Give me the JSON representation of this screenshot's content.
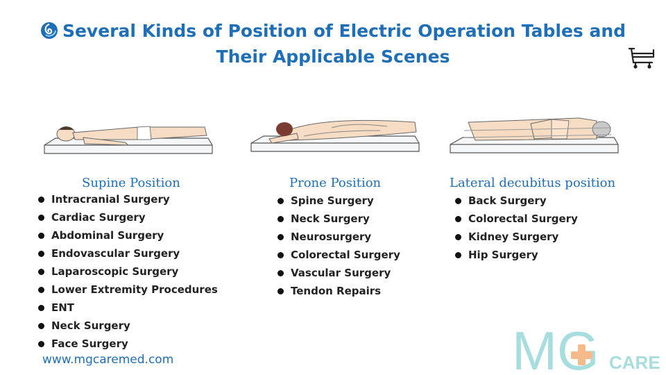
{
  "title": {
    "line1": "Several Kinds of Position of Electric Operation Tables and",
    "line2": "Their Applicable Scenes"
  },
  "columns": [
    {
      "name": "Supine Position",
      "items": [
        "Intracranial Surgery",
        "Cardiac Surgery",
        "Abdominal Surgery",
        "Endovascular Surgery",
        "Laparoscopic Surgery",
        "Lower Extremity Procedures",
        "ENT",
        "Neck Surgery",
        "Face Surgery"
      ]
    },
    {
      "name": "Prone Position",
      "items": [
        "Spine Surgery",
        "Neck Surgery",
        "Neurosurgery",
        "Colorectal Surgery",
        "Vascular Surgery",
        "Tendon Repairs"
      ]
    },
    {
      "name": "Lateral decubitus position",
      "items": [
        "Back Surgery",
        "Colorectal Surgery",
        "Kidney Surgery",
        "Hip Surgery"
      ]
    }
  ],
  "footer": {
    "website": "www.mgcaremed.com"
  },
  "logo": {
    "text_mg": "MG",
    "text_care": "CARE"
  },
  "colors": {
    "title": "#1e6fb8",
    "logo": "#a8dde0",
    "logo_cross": "#f5b98a"
  },
  "icons": [
    "logo-swirl-icon",
    "bed-cart-icon"
  ]
}
